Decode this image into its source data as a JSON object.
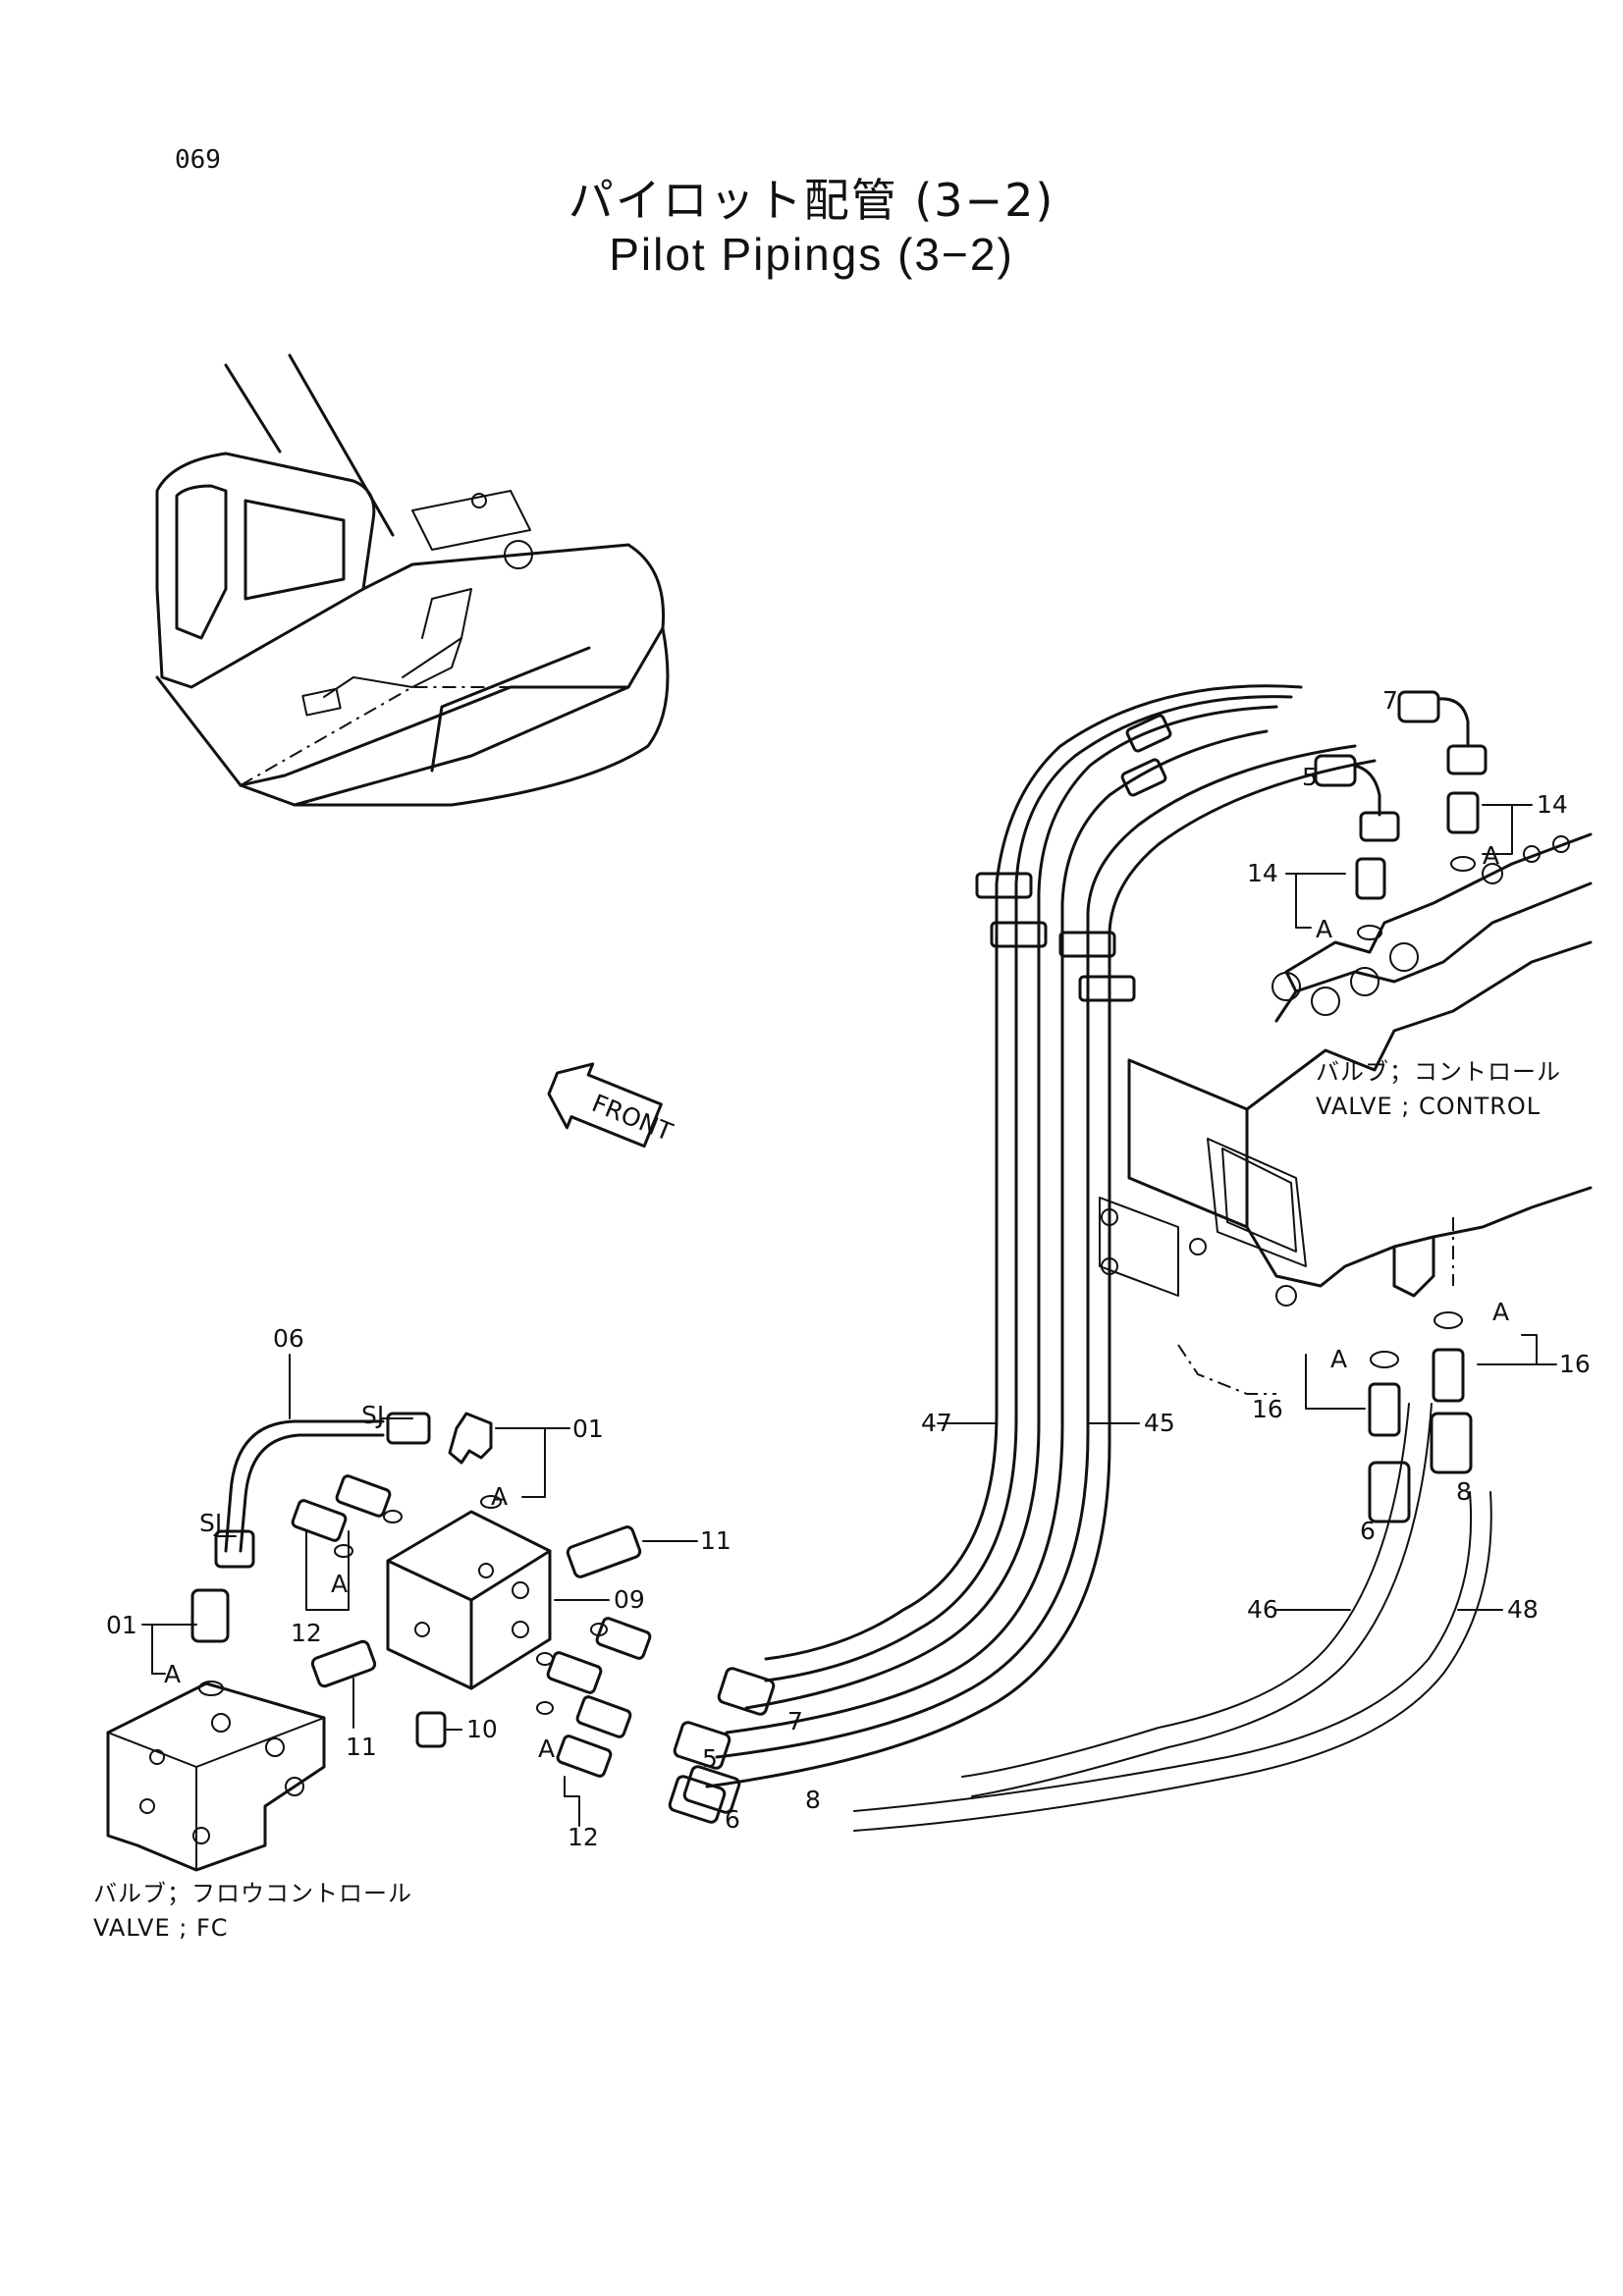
{
  "page_number": "069",
  "title_jp": "パイロット配管 (3−2)",
  "title_en": "Pilot Pipings (3−2)",
  "front_label": "FRONT",
  "captions": {
    "control_valve_jp": "バルブ；コントロール",
    "control_valve_en": "VALVE ; CONTROL",
    "fc_valve_jp": "バルブ；フロウコントロール",
    "fc_valve_en": "VALVE ; FC"
  },
  "callouts": {
    "c06": "06",
    "c01a": "01",
    "c01b": "01",
    "c09": "09",
    "c10": "10",
    "c11a": "11",
    "c11b": "11",
    "c12a": "12",
    "c12b": "12",
    "c14a": "14",
    "c14b": "14",
    "c16a": "16",
    "c16b": "16",
    "c45": "45",
    "c46": "46",
    "c47": "47",
    "c48": "48",
    "c5a": "5",
    "c5b": "5",
    "c6a": "6",
    "c6b": "6",
    "c7a": "7",
    "c7b": "7",
    "c8a": "8",
    "c8b": "8",
    "sj1": "SJ",
    "sj2": "SJ",
    "a1": "A",
    "a2": "A",
    "a3": "A",
    "a4": "A",
    "a5": "A",
    "a6": "A",
    "a7": "A",
    "a8": "A"
  }
}
